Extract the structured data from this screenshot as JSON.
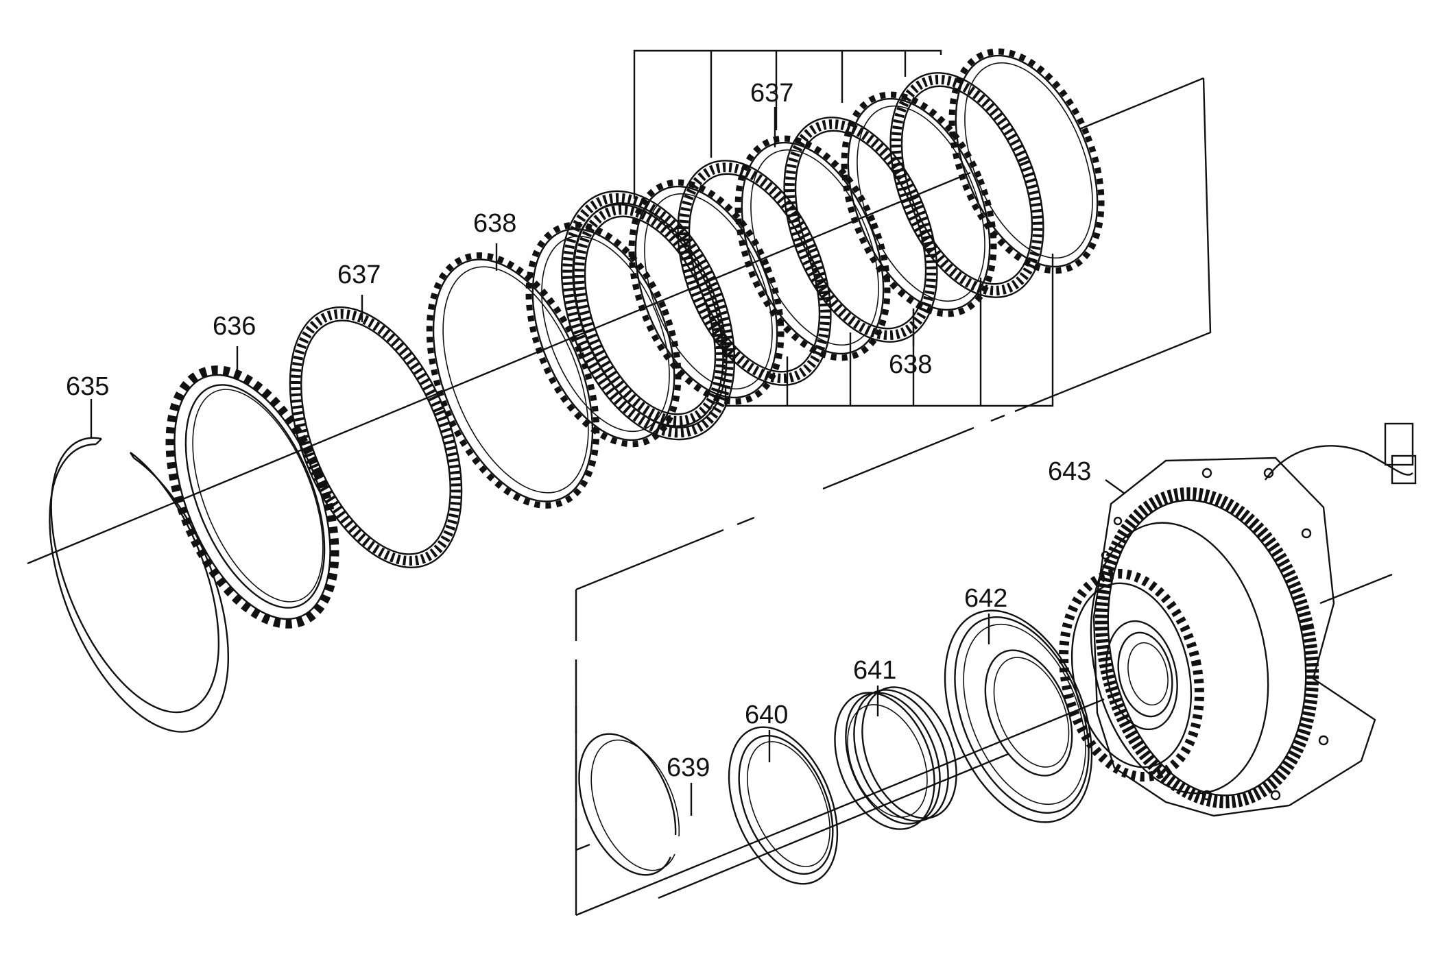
{
  "diagram": {
    "parts": [
      {
        "id": "p635",
        "label": "635"
      },
      {
        "id": "p636",
        "label": "636"
      },
      {
        "id": "p637a",
        "label": "637"
      },
      {
        "id": "p638a",
        "label": "638"
      },
      {
        "id": "p637b",
        "label": "637"
      },
      {
        "id": "p638b",
        "label": "638"
      },
      {
        "id": "p639",
        "label": "639"
      },
      {
        "id": "p640",
        "label": "640"
      },
      {
        "id": "p641",
        "label": "641"
      },
      {
        "id": "p642",
        "label": "642"
      },
      {
        "id": "p643",
        "label": "643"
      }
    ]
  }
}
